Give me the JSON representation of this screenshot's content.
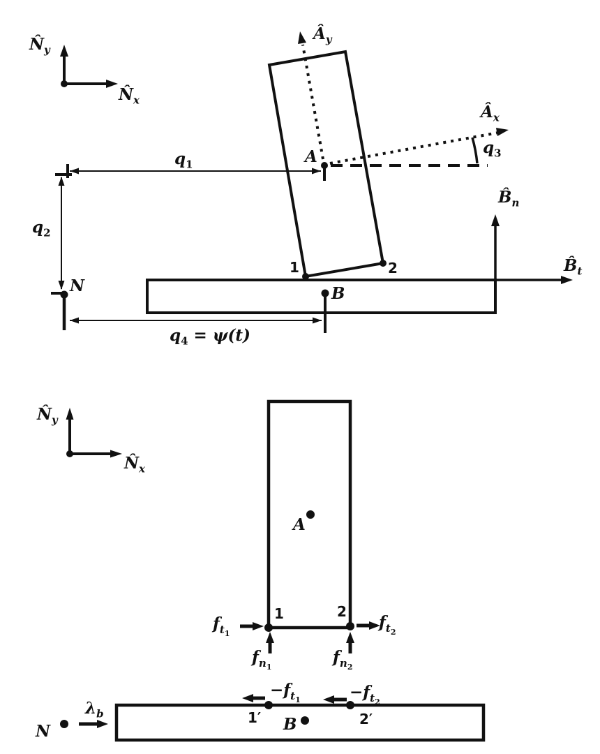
{
  "colors": {
    "ink": "#111111",
    "background": "#ffffff"
  },
  "top_figure": {
    "frames": {
      "n_y": {
        "base": "N̂",
        "sub": "y"
      },
      "n_x": {
        "base": "N̂",
        "sub": "x"
      },
      "a_y": {
        "base": "Â",
        "sub": "y"
      },
      "a_x": {
        "base": "Â",
        "sub": "x"
      },
      "b_n": {
        "base": "B̂",
        "sub": "n"
      },
      "b_t": {
        "base": "B̂",
        "sub": "t"
      }
    },
    "points": {
      "A": "A",
      "N": "N",
      "B": "B",
      "c1": "1",
      "c2": "2"
    },
    "dims": {
      "q1": {
        "base": "q",
        "sub": "1"
      },
      "q2": {
        "base": "q",
        "sub": "2"
      },
      "q3": {
        "base": "q",
        "sub": "3"
      },
      "q4": {
        "base": "q",
        "sub": "4",
        "eq": " = ψ(t)"
      }
    }
  },
  "bottom_figure": {
    "frames": {
      "n_y": {
        "base": "N̂",
        "sub": "y"
      },
      "n_x": {
        "base": "N̂",
        "sub": "x"
      }
    },
    "points": {
      "A": "A",
      "N": "N",
      "B": "B",
      "c1": "1",
      "c2": "2",
      "c1p": "1′",
      "c2p": "2′"
    },
    "forces": {
      "ft1": {
        "base": "f",
        "sub": "t",
        "idx": "1"
      },
      "ft2": {
        "base": "f",
        "sub": "t",
        "idx": "2"
      },
      "fn1": {
        "base": "f",
        "sub": "n",
        "idx": "1"
      },
      "fn2": {
        "base": "f",
        "sub": "n",
        "idx": "2"
      },
      "neg_ft1": {
        "base": "−f",
        "sub": "t",
        "idx": "1"
      },
      "neg_ft2": {
        "base": "−f",
        "sub": "t",
        "idx": "2"
      },
      "lambda_b": {
        "base": "λ",
        "sub": "b"
      }
    }
  }
}
